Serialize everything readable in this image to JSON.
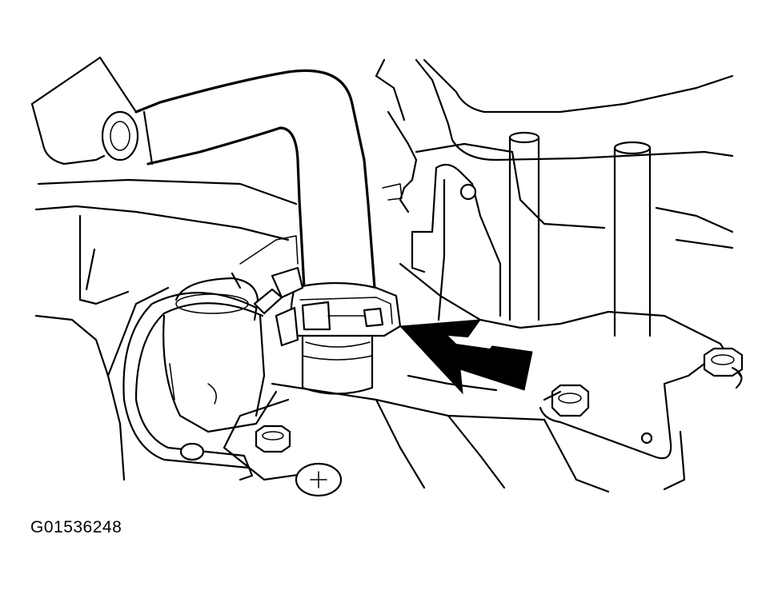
{
  "figure": {
    "id_label": "G01536248",
    "callouts": [
      {
        "type": "arrow",
        "points_to": "hose-clamp",
        "color": "#000000"
      }
    ]
  },
  "colors": {
    "line": "#000000",
    "background": "#ffffff"
  }
}
